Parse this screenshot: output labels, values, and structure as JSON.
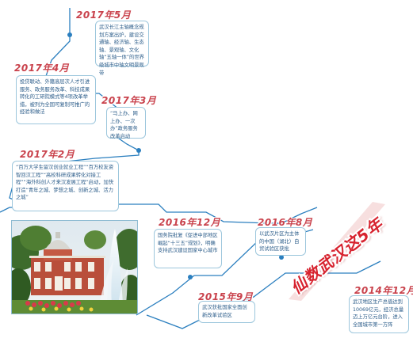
{
  "headline": "仙数武汉这5年",
  "entries": [
    {
      "date": "2017年5月",
      "text": "武汉长江主轴概念规划方案出炉，建设交通轴、经济轴、生态轴、景观轴、文化轴“五轴一体”的世界级城市中轴文明景观带"
    },
    {
      "date": "2017年4月",
      "text": "投贷联动、外籍高层次人才引进服务、政务服务改革、科技成果转化的工研院模式等4项改革举措，被列为全国可复制可推广的经验和做法"
    },
    {
      "date": "2017年3月",
      "text": "“马上办、网上办、一次办”政务服务改革启动"
    },
    {
      "date": "2017年2月",
      "text": "“百万大学生留汉创业就业工程”“百万校友资智回汉工程”“高校科研成果转化对接工程”“海外科创人才来汉发展工程”启动，加快打造“青年之城、梦想之城、创新之城、活力之城”"
    },
    {
      "date": "2016年12月",
      "text": "国务院批复《促进中部地区崛起“十三五”规划》，明确支持武汉建设国家中心城市"
    },
    {
      "date": "2016年8月",
      "text": "以武汉片区为主体的中国（湖北）自贸试验区获批"
    },
    {
      "date": "2015年9月",
      "text": "武汉获批国家全面创新改革试验区"
    },
    {
      "date": "2014年12月",
      "text": "武汉地区生产总值达到10069亿元，经济总量迈上万亿元台阶，进入全国城市第一方阵"
    }
  ],
  "colors": {
    "line": "#2b7fbf",
    "box_border": "#9cc6dc",
    "date": "#c9424c",
    "text": "#2c5d8a",
    "headline": "#d7232f"
  }
}
